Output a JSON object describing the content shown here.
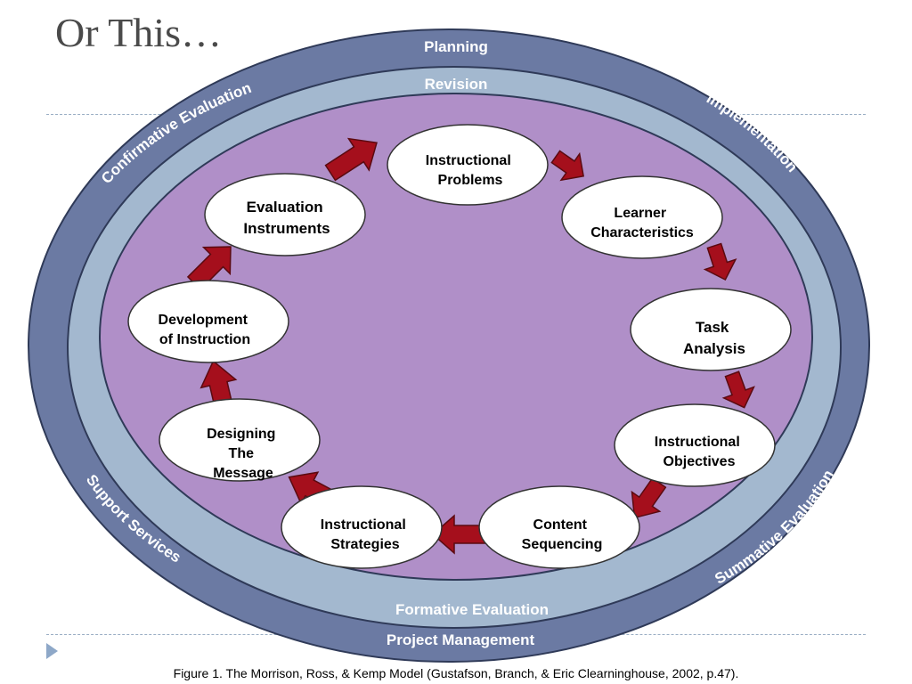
{
  "slide": {
    "title": "Or This…",
    "caption": "Figure 1.  The Morrison, Ross, & Kemp Model (Gustafson, Branch, & Eric Clearninghouse, 2002, p.47)."
  },
  "colors": {
    "outer_ring": "#6b7aa3",
    "middle_ring": "#a3b8cf",
    "inner_area": "#b08fc8",
    "node_fill": "#ffffff",
    "arrow_fill": "#a50f1c"
  },
  "outer_ring": {
    "top": "Planning",
    "bottom": "Project Management",
    "upper_left": "Confirmative Evaluation",
    "upper_right": "Implementation",
    "lower_left": "Support Services",
    "lower_right": "Summative Evaluation"
  },
  "middle_ring": {
    "top": "Revision",
    "bottom": "Formative Evaluation"
  },
  "nodes": {
    "instructional_problems": [
      "Instructional",
      "Problems"
    ],
    "learner_characteristics": [
      "Learner",
      "Characteristics"
    ],
    "task_analysis": [
      "Task",
      "Analysis"
    ],
    "instructional_objectives": [
      "Instructional",
      "Objectives"
    ],
    "content_sequencing": [
      "Content",
      "Sequencing"
    ],
    "instructional_strategies": [
      "Instructional",
      "Strategies"
    ],
    "designing_the_message": [
      "Designing",
      "The",
      "Message"
    ],
    "development_of_instruction": [
      "Development",
      "of Instruction"
    ],
    "evaluation_instruments": [
      "Evaluation",
      "Instruments"
    ]
  }
}
